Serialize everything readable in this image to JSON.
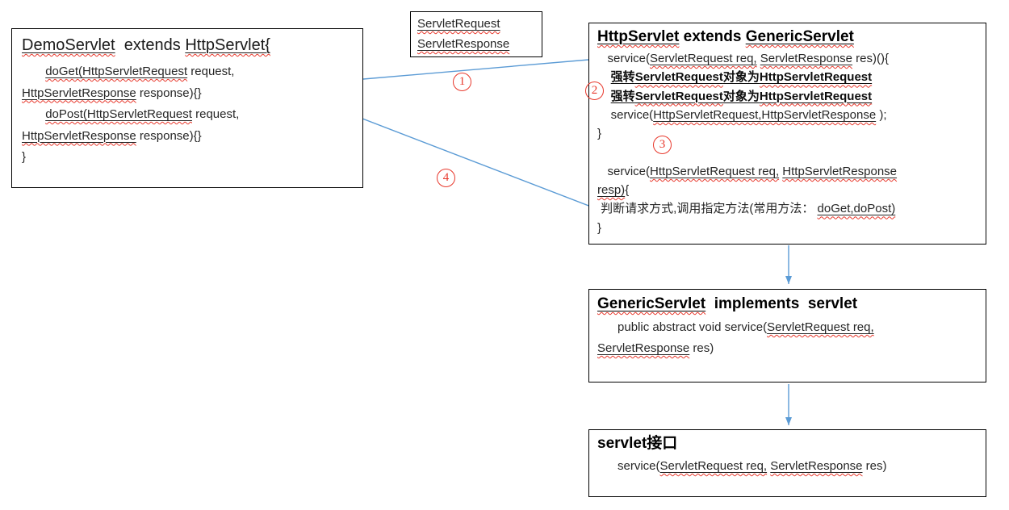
{
  "page": {
    "background": "#ffffff"
  },
  "colors": {
    "arrow": "#5b9bd5",
    "squiggle": "#e8382c",
    "badge": "#e8382c",
    "box_border": "#000000",
    "text": "#262626"
  },
  "steps": [
    {
      "label": "1"
    },
    {
      "label": "2"
    },
    {
      "label": "3"
    },
    {
      "label": "4"
    }
  ],
  "boxes": {
    "params_note": {
      "lines": [
        {
          "seg": [
            {
              "t": "ServletRequest",
              "u": 1,
              "q": 1
            }
          ]
        },
        {
          "seg": [
            {
              "t": "ServletResponse",
              "u": 1,
              "q": 1
            }
          ]
        }
      ]
    },
    "demo_servlet": {
      "lines": [
        {
          "cls": "title",
          "seg": [
            {
              "t": "DemoServlet",
              "u": 1,
              "q": 1
            },
            {
              "t": "  extends "
            },
            {
              "t": "HttpServlet{",
              "u": 1,
              "q": 1
            }
          ]
        },
        {
          "seg": [
            {
              "t": "       "
            },
            {
              "t": "doGet(HttpServletRequest",
              "u": 1,
              "q": 1
            },
            {
              "t": " request,"
            }
          ]
        },
        {
          "seg": [
            {
              "t": "HttpServletResponse",
              "u": 1,
              "q": 1
            },
            {
              "t": " response){}"
            }
          ]
        },
        {
          "seg": [
            {
              "t": "       "
            },
            {
              "t": "doPost(HttpServletRequest",
              "u": 1,
              "q": 1
            },
            {
              "t": " request,"
            }
          ]
        },
        {
          "seg": [
            {
              "t": "HttpServletResponse",
              "u": 1,
              "q": 1
            },
            {
              "t": " response){}"
            }
          ]
        },
        {
          "seg": [
            {
              "t": "}"
            }
          ]
        }
      ]
    },
    "http_servlet": {
      "lines": [
        {
          "cls": "title",
          "seg": [
            {
              "t": "HttpServlet",
              "u": 1,
              "q": 1
            },
            {
              "t": " extends "
            },
            {
              "t": "GenericServlet",
              "u": 1,
              "q": 1
            }
          ]
        },
        {
          "seg": [
            {
              "t": "   service("
            },
            {
              "t": "ServletRequest req,",
              "u": 1,
              "q": 1
            },
            {
              "t": " "
            },
            {
              "t": "ServletResponse",
              "u": 1,
              "q": 1
            },
            {
              "t": " res)(){"
            }
          ]
        },
        {
          "seg": [
            {
              "t": "    "
            },
            {
              "t": "强转",
              "u": 1,
              "b": 1
            },
            {
              "t": "ServletRequest",
              "u": 1,
              "q": 1,
              "b": 1
            },
            {
              "t": "对象为",
              "u": 1,
              "b": 1
            },
            {
              "t": "HttpServletRequest",
              "u": 1,
              "q": 1,
              "b": 1
            }
          ]
        },
        {
          "seg": [
            {
              "t": "    "
            },
            {
              "t": "强转",
              "u": 1,
              "b": 1
            },
            {
              "t": "ServletRequest",
              "u": 1,
              "q": 1,
              "b": 1
            },
            {
              "t": "对象为",
              "u": 1,
              "b": 1
            },
            {
              "t": "HttpServletRequest",
              "u": 1,
              "q": 1,
              "b": 1
            }
          ]
        },
        {
          "seg": [
            {
              "t": "    service("
            },
            {
              "t": "HttpServletRequest,HttpServletResponse",
              "u": 1,
              "q": 1
            },
            {
              "t": " );"
            }
          ]
        },
        {
          "seg": [
            {
              "t": "}"
            }
          ]
        },
        {
          "seg": [
            {
              "t": " "
            }
          ]
        },
        {
          "seg": [
            {
              "t": "   service("
            },
            {
              "t": "HttpServletRequest req,",
              "u": 1,
              "q": 1
            },
            {
              "t": " "
            },
            {
              "t": "HttpServletResponse",
              "u": 1,
              "q": 1
            }
          ]
        },
        {
          "seg": [
            {
              "t": "resp)",
              "u": 1,
              "q": 1
            },
            {
              "t": "{"
            }
          ]
        },
        {
          "seg": [
            {
              "t": " 判断请求方式,调用指定方法(常用方法： "
            },
            {
              "t": "doGet,doPost)",
              "u": 1,
              "q": 1
            }
          ]
        },
        {
          "seg": [
            {
              "t": "}"
            }
          ]
        }
      ]
    },
    "generic_servlet": {
      "lines": [
        {
          "cls": "title",
          "seg": [
            {
              "t": "GenericServlet",
              "u": 1,
              "q": 1
            },
            {
              "t": "  implements  servlet"
            }
          ]
        },
        {
          "seg": [
            {
              "t": "      public abstract void service("
            },
            {
              "t": "ServletRequest req,",
              "u": 1,
              "q": 1
            }
          ]
        },
        {
          "seg": [
            {
              "t": "ServletResponse",
              "u": 1,
              "q": 1
            },
            {
              "t": " res)"
            }
          ]
        }
      ]
    },
    "servlet_interface": {
      "lines": [
        {
          "cls": "title",
          "seg": [
            {
              "t": "servlet接口"
            }
          ]
        },
        {
          "seg": [
            {
              "t": "      service("
            },
            {
              "t": "ServletRequest req,",
              "u": 1,
              "q": 1
            },
            {
              "t": " "
            },
            {
              "t": "ServletResponse",
              "u": 1,
              "q": 1
            },
            {
              "t": " res)"
            }
          ]
        }
      ]
    }
  }
}
